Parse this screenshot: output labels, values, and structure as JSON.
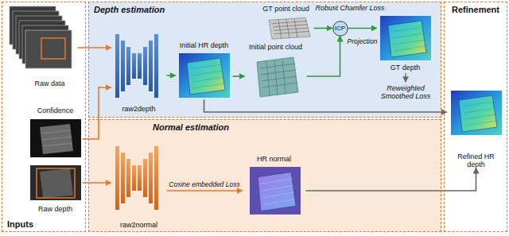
{
  "diagram": {
    "nodes": [
      {
        "text": [
          "Inputs"
        ]
      },
      {
        "text": [
          "Raw data"
        ],
        "in": 0
      },
      {
        "text": [
          "Confidence"
        ],
        "in": 0
      },
      {
        "text": [
          "Raw depth"
        ],
        "in": 0
      },
      {
        "text": [
          "Depth estimation"
        ]
      },
      {
        "text": [
          "raw2depth"
        ],
        "in": 4
      },
      {
        "text": [
          "Initial HR depth"
        ],
        "in": 4
      },
      {
        "text": [
          "Initial point cloud"
        ],
        "in": 4
      },
      {
        "text": [
          "GT point cloud"
        ],
        "in": 4
      },
      {
        "text": [
          "ICP"
        ],
        "in": 4
      },
      {
        "text": [
          "GT depth"
        ],
        "in": 4
      },
      {
        "text": [
          "Normal estimation"
        ]
      },
      {
        "text": [
          "raw2normal"
        ],
        "in": 11
      },
      {
        "text": [
          "HR normal"
        ],
        "in": 11
      },
      {
        "text": [
          "Refinement"
        ]
      },
      {
        "text": [
          "Refined HR depth"
        ],
        "in": 14
      }
    ],
    "edges": [
      {
        "from": 1,
        "to": 5,
        "arrow": "to"
      },
      {
        "from": 2,
        "to": 5,
        "arrow": "to"
      },
      {
        "from": 3,
        "to": 12,
        "arrow": "to"
      },
      {
        "from": 5,
        "to": 6,
        "arrow": "to"
      },
      {
        "from": 6,
        "to": 7,
        "arrow": "to"
      },
      {
        "from": 7,
        "to": 9,
        "arrow": "to"
      },
      {
        "from": 8,
        "to": 9,
        "arrow": "to"
      },
      {
        "from": 9,
        "to": 10,
        "label": "Projection",
        "arrow": "to"
      },
      {
        "from": 6,
        "to": 15,
        "arrow": "to"
      },
      {
        "from": 12,
        "to": 13,
        "label": "Cosine embedded Loss",
        "arrow": "to"
      },
      {
        "from": 13,
        "to": 15,
        "arrow": "to"
      }
    ],
    "labels": [
      "Robust Chamfer Loss",
      "Reweighted Smoothed Loss"
    ]
  }
}
